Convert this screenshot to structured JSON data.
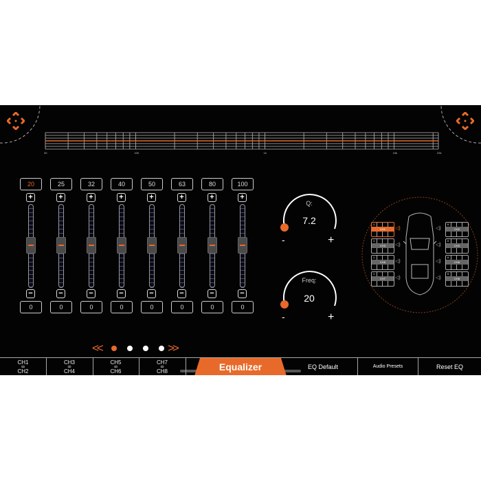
{
  "graph": {
    "x_labels": [
      "20",
      "100",
      "1k",
      "10k",
      "22k"
    ]
  },
  "bands": [
    {
      "freq": "20",
      "gain": "0",
      "active": true
    },
    {
      "freq": "25",
      "gain": "0"
    },
    {
      "freq": "32",
      "gain": "0"
    },
    {
      "freq": "40",
      "gain": "0"
    },
    {
      "freq": "50",
      "gain": "0"
    },
    {
      "freq": "63",
      "gain": "0"
    },
    {
      "freq": "80",
      "gain": "0"
    },
    {
      "freq": "100",
      "gain": "0"
    }
  ],
  "knobs": {
    "q": {
      "label": "Q:",
      "value": "7.2",
      "minus": "-",
      "plus": "+"
    },
    "freq": {
      "label": "Freq:",
      "value": "20",
      "minus": "-",
      "plus": "+"
    }
  },
  "channels": {
    "left": [
      {
        "num": "1",
        "name": "CH1",
        "selected": true
      },
      {
        "num": "1",
        "name": "CH3"
      },
      {
        "num": "1",
        "name": "CH5"
      },
      {
        "num": "1",
        "name": "CH7"
      }
    ],
    "right": [
      {
        "num": "0",
        "name": "CH2"
      },
      {
        "num": "0",
        "name": "CH4"
      },
      {
        "num": "0",
        "name": "CH6"
      },
      {
        "num": "0",
        "name": "CH8"
      }
    ]
  },
  "pager": {
    "prev": "<<",
    "next": ">>",
    "pages": 4,
    "current": 1
  },
  "tabs": [
    {
      "top": "CH1",
      "mid": "ꝏ",
      "bottom": "CH2"
    },
    {
      "top": "CH3",
      "mid": "ꝏ",
      "bottom": "CH4"
    },
    {
      "top": "CH5",
      "mid": "ꝏ",
      "bottom": "CH6"
    },
    {
      "top": "CH7",
      "mid": "ꝏ",
      "bottom": "CH8"
    }
  ],
  "active_tab": "Equalizer",
  "buttons": {
    "eq_default": "EQ Default",
    "audio_presets": "Audio Presets",
    "reset_eq": "Reset EQ"
  },
  "colors": {
    "accent": "#e86a2a",
    "background": "#030303"
  }
}
